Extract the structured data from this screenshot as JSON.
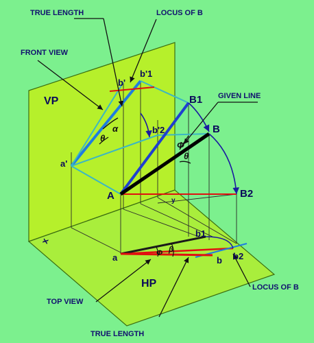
{
  "planes": {
    "vp": "VP",
    "hp": "HP",
    "axis_x": "x",
    "axis_y": "y"
  },
  "callouts": {
    "true_length_top": "TRUE LENGTH",
    "locus_b_top": "LOCUS OF B",
    "front_view": "FRONT VIEW",
    "given_line": "GIVEN LINE",
    "locus_b_bottom": "LOCUS OF B",
    "top_view": "TOP VIEW",
    "true_length_bottom": "TRUE LENGTH"
  },
  "points": {
    "b1_prime": "b'1",
    "b_prime": "b'",
    "b2_prime": "b'2",
    "a_prime": "a'",
    "B1": "B1",
    "B": "B",
    "A": "A",
    "B2": "B2",
    "a": "a",
    "b": "b",
    "b1": "b1",
    "b2": "b2"
  },
  "angles": {
    "alpha": "α",
    "theta": "θ",
    "phi": "Φ",
    "beta": "β"
  },
  "colors": {
    "background": "#7cf08e",
    "vp_plane": "#b6f02b",
    "hp_plane": "#a9ee3c",
    "front_view_line": "#1e7de0",
    "projection_line": "#3bb6c4",
    "given_line": "#000000",
    "locus_line": "#e01010",
    "leader": "#000000",
    "arc": "#1a1aa0"
  }
}
